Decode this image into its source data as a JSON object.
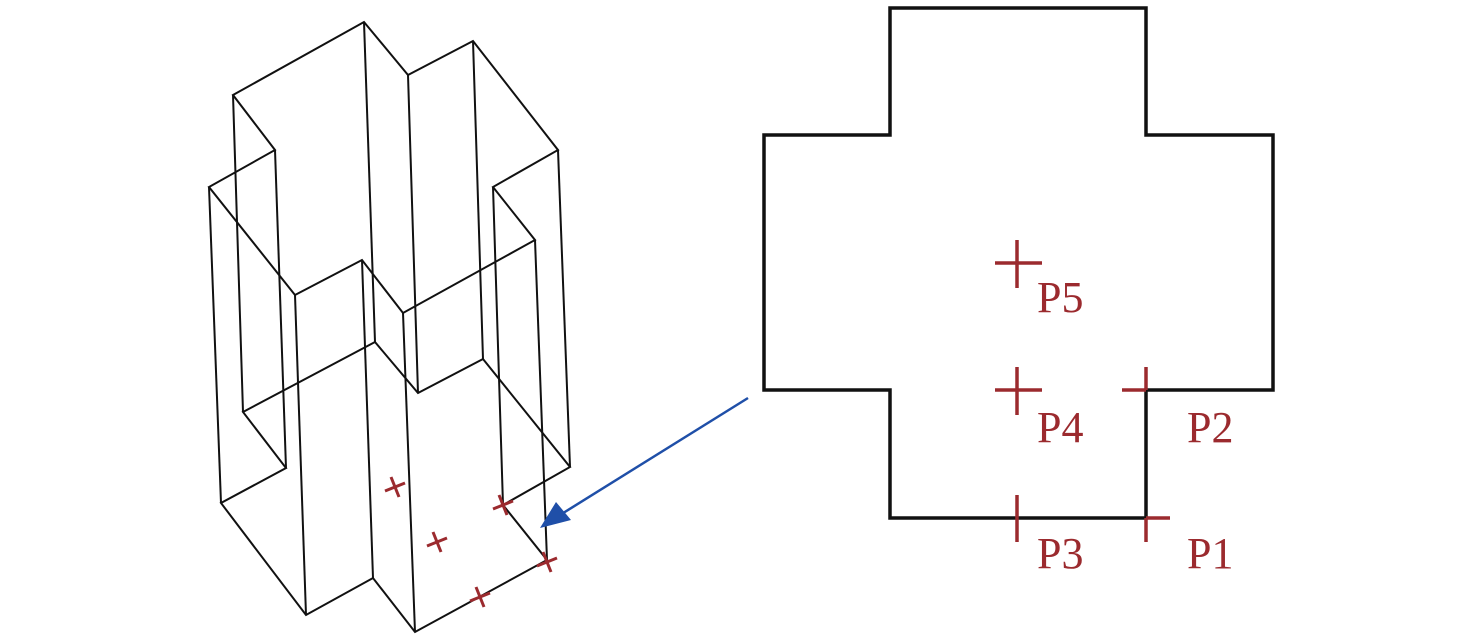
{
  "colors": {
    "outline": "#111111",
    "marker": "#9b2a2e",
    "arrow": "#1f4fa8"
  },
  "labels": {
    "p1": "P1",
    "p2": "P2",
    "p3": "P3",
    "p4": "P4",
    "p5": "P5"
  }
}
